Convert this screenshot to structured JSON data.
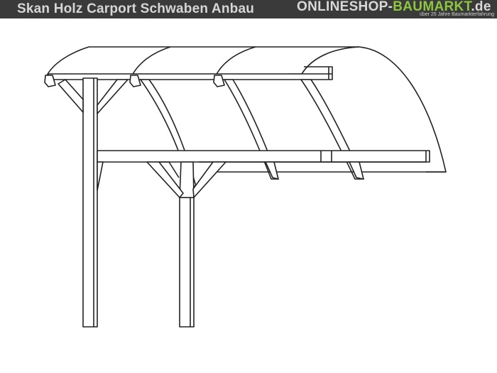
{
  "header": {
    "title": "Skan Holz Carport Schwaben Anbau",
    "brand": {
      "part1": "ONLINESHOP-",
      "part2": "BAUMARKT",
      "part3": ".de",
      "tagline": "über 25 Jahre Baumarkterfahrung",
      "colors": {
        "light": "#d9d9d9",
        "green": "#8dc63f",
        "background": "#3a3a3a"
      }
    }
  },
  "drawing": {
    "subject": "carport-line-drawing",
    "line_color": "#222222",
    "background": "#ffffff"
  }
}
